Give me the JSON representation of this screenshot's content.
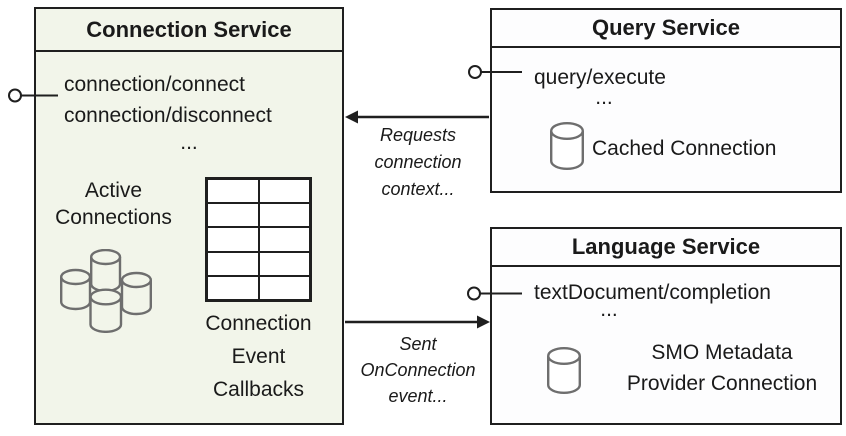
{
  "colors": {
    "connection_box_fill": "#f2f5ea",
    "service_box_fill": "#fdfdfe",
    "border": "#1f1f1f",
    "database_icon_stroke": "#6e6e6e",
    "text": "#1a1a1a"
  },
  "connection_service": {
    "title": "Connection Service",
    "methods": [
      "connection/connect",
      "connection/disconnect"
    ],
    "ellipsis": "...",
    "active_label": [
      "Active",
      "Connections"
    ],
    "callbacks_label": [
      "Connection",
      "Event",
      "Callbacks"
    ]
  },
  "query_service": {
    "title": "Query Service",
    "methods": [
      "query/execute"
    ],
    "ellipsis": "...",
    "store_label": "Cached Connection"
  },
  "language_service": {
    "title": "Language Service",
    "methods": [
      "textDocument/completion"
    ],
    "ellipsis": "...",
    "store_label": [
      "SMO Metadata",
      "Provider Connection"
    ]
  },
  "annotations": {
    "requests": [
      "Requests",
      "connection",
      "context..."
    ],
    "sent": [
      "Sent",
      "OnConnection",
      "event..."
    ]
  }
}
